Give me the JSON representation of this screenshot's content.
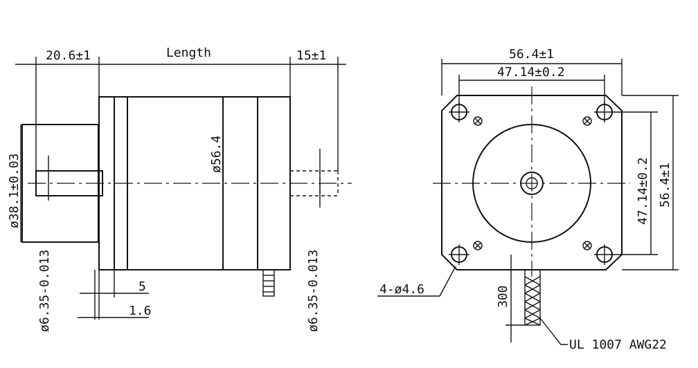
{
  "side_view": {
    "flange_width": "20.6±1",
    "length": "Length",
    "shaft_length": "15±1",
    "pilot_diameter": "ø38.1±0.03",
    "body_diameter": "ø56.4",
    "shaft_diameter_left": "ø6.35-0.013",
    "shaft_diameter_right": "ø6.35-0.013",
    "flange_thickness": "5",
    "pilot_height": "1.6"
  },
  "front_view": {
    "outer_width": "56.4±1",
    "hole_spacing_h": "47.14±0.2",
    "hole_spacing_v": "47.14±0.2",
    "outer_height": "56.4±1",
    "mounting_holes": "4-ø4.6",
    "lead_length": "300",
    "wire_spec": "UL 1007 AWG22"
  }
}
